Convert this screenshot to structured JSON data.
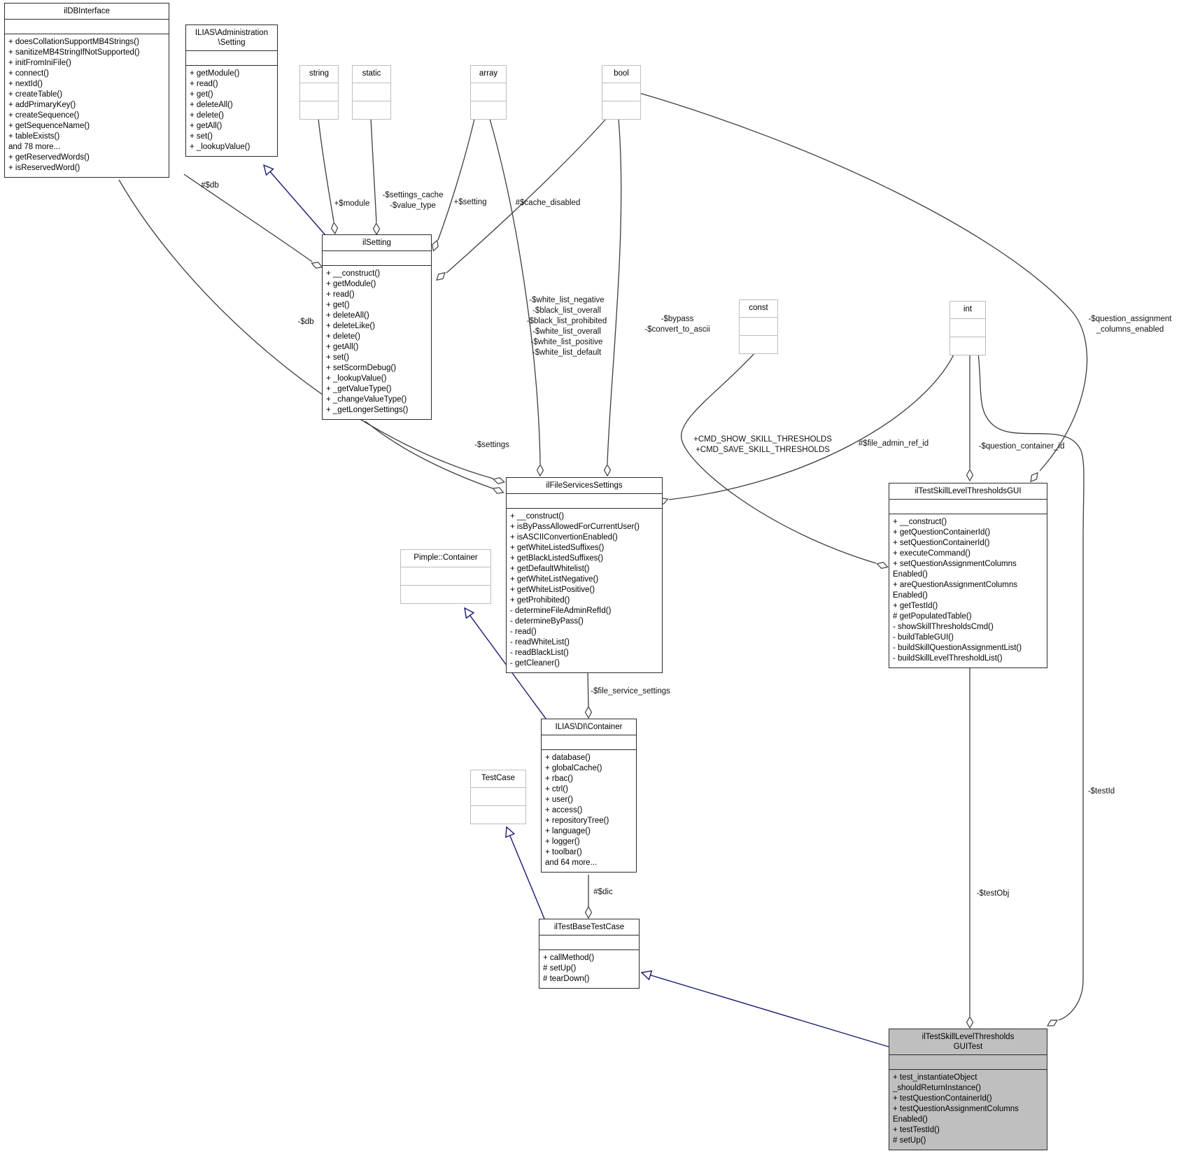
{
  "diagram_type": "uml-collaboration-diagram",
  "colors": {
    "node_border": "#2b2b2b",
    "external_node_border": "#bdbdbd",
    "focus_node_background": "#bfbfbf",
    "edge": "#3d3d3d",
    "inheritance_edge": "#191970",
    "background": "#ffffff"
  },
  "classes": {
    "ilDBInterface": {
      "name": "ilDBInterface",
      "methods": [
        "+ doesCollationSupportMB4Strings()",
        "+ sanitizeMB4StringIfNotSupported()",
        "+ initFromIniFile()",
        "+ connect()",
        "+ nextId()",
        "+ createTable()",
        "+ addPrimaryKey()",
        "+ createSequence()",
        "+ getSequenceName()",
        "+ tableExists()",
        "and 78 more...",
        "+ getReservedWords()",
        "+ isReservedWord()"
      ]
    },
    "AdministrationSetting": {
      "name": "ILIAS\\Administration\n\\Setting",
      "methods": [
        "+ getModule()",
        "+ read()",
        "+ get()",
        "+ deleteAll()",
        "+ delete()",
        "+ getAll()",
        "+ set()",
        "+ _lookupValue()"
      ]
    },
    "string": {
      "name": "string",
      "methods": []
    },
    "static": {
      "name": "static",
      "methods": []
    },
    "array": {
      "name": "array",
      "methods": []
    },
    "bool": {
      "name": "bool",
      "methods": []
    },
    "const": {
      "name": "const",
      "methods": []
    },
    "int": {
      "name": "int",
      "methods": []
    },
    "ilSetting": {
      "name": "ilSetting",
      "methods": [
        "+ __construct()",
        "+ getModule()",
        "+ read()",
        "+ get()",
        "+ deleteAll()",
        "+ deleteLike()",
        "+ delete()",
        "+ getAll()",
        "+ set()",
        "+ setScormDebug()",
        "+ _lookupValue()",
        "+ _getValueType()",
        "+ _changeValueType()",
        "+ _getLongerSettings()"
      ]
    },
    "ilFileServicesSettings": {
      "name": "ilFileServicesSettings",
      "methods": [
        "+ __construct()",
        "+ isByPassAllowedForCurrentUser()",
        "+ isASCIIConvertionEnabled()",
        "+ getWhiteListedSuffixes()",
        "+ getBlackListedSuffixes()",
        "+ getDefaultWhitelist()",
        "+ getWhiteListNegative()",
        "+ getWhiteListPositive()",
        "+ getProhibited()",
        "- determineFileAdminRefId()",
        "- determineByPass()",
        "- read()",
        "- readWhiteList()",
        "- readBlackList()",
        "- getCleaner()"
      ]
    },
    "PimpleContainer": {
      "name": "Pimple::Container",
      "methods": []
    },
    "ilTestSkillLevelThresholdsGUI": {
      "name": "ilTestSkillLevelThresholdsGUI",
      "methods": [
        "+ __construct()",
        "+ getQuestionContainerId()",
        "+ setQuestionContainerId()",
        "+ executeCommand()",
        "+ setQuestionAssignmentColumns",
        "Enabled()",
        "+ areQuestionAssignmentColumns",
        "Enabled()",
        "+ getTestId()",
        "# getPopulatedTable()",
        "- showSkillThresholdsCmd()",
        "- buildTableGUI()",
        "- buildSkillQuestionAssignmentList()",
        "- buildSkillLevelThresholdList()"
      ]
    },
    "DIContainer": {
      "name": "ILIAS\\DI\\Container",
      "methods": [
        "+ database()",
        "+ globalCache()",
        "+ rbac()",
        "+ ctrl()",
        "+ user()",
        "+ access()",
        "+ repositoryTree()",
        "+ language()",
        "+ logger()",
        "+ toolbar()",
        "and 64 more..."
      ]
    },
    "TestCase": {
      "name": "TestCase",
      "methods": []
    },
    "ilTestBaseTestCase": {
      "name": "ilTestBaseTestCase",
      "methods": [
        "+ callMethod()",
        "# setUp()",
        "# tearDown()"
      ]
    },
    "ilTestSkillLevelThresholdsGUITest": {
      "name": "ilTestSkillLevelThresholds\nGUITest",
      "methods": [
        "+ test_instantiateObject",
        "_shouldReturnInstance()",
        "+ testQuestionContainerId()",
        "+ testQuestionAssignmentColumns",
        "Enabled()",
        "+ testTestId()",
        "# setUp()"
      ]
    }
  },
  "edge_labels": {
    "db_protected": "#$db",
    "module": "+$module",
    "settings_cache": "-$settings_cache\n-$value_type",
    "setting": "+$setting",
    "cache_disabled": "#$cache_disabled",
    "db_private": "-$db",
    "white_lists": "-$white_list_negative\n-$black_list_overall\n-$black_list_prohibited\n-$white_list_overall\n-$white_list_positive\n-$white_list_default",
    "bypass": "-$bypass\n-$convert_to_ascii",
    "settings": "-$settings",
    "cmd_constants": "+CMD_SHOW_SKILL_THRESHOLDS\n+CMD_SAVE_SKILL_THRESHOLDS",
    "file_admin_ref_id": "#$file_admin_ref_id",
    "question_container_id": "-$question_container_id",
    "question_assignment": "-$question_assignment\n_columns_enabled",
    "file_service_settings": "-$file_service_settings",
    "dic": "#$dic",
    "testObj": "-$testObj",
    "testId": "-$testId"
  }
}
